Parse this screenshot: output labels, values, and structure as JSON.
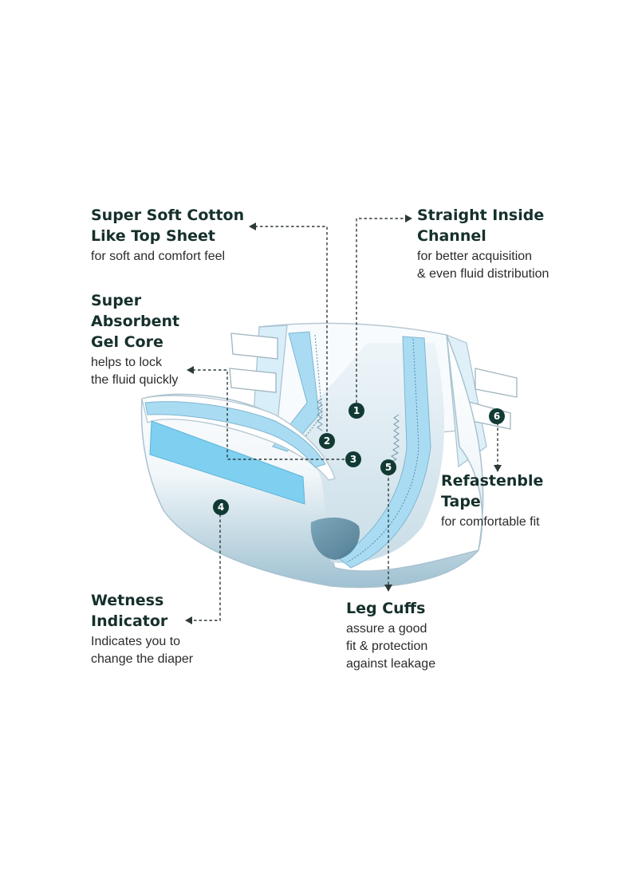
{
  "features": [
    {
      "id": "top_sheet",
      "title": "Super Soft Cotton\nLike Top Sheet",
      "description": "for soft and comfort feel"
    },
    {
      "id": "inside_channel",
      "title": "Straight Inside\nChannel",
      "description": "for better acquisition\n& even fluid distribution"
    },
    {
      "id": "gel_core",
      "title": "Super\nAbsorbent\nGel Core",
      "description": "helps to lock\nthe fluid quickly"
    },
    {
      "id": "refastenable_tape",
      "title": "Refastenble\nTape",
      "description": "for comfortable fit"
    },
    {
      "id": "wetness_indicator",
      "title": "Wetness\nIndicator",
      "description": "Indicates you to\nchange the diaper"
    },
    {
      "id": "leg_cuffs",
      "title": "Leg Cuffs",
      "description": "assure a good\nfit & protection\nagainst leakage"
    }
  ],
  "markers": [
    "1",
    "2",
    "3",
    "4",
    "5",
    "6"
  ],
  "colors": {
    "heading": "#16302c",
    "marker": "#123a34",
    "light_blue": "#a9dcf3",
    "core_blue": "#7ecff0",
    "shadow_blue": "#8fb7c9"
  }
}
